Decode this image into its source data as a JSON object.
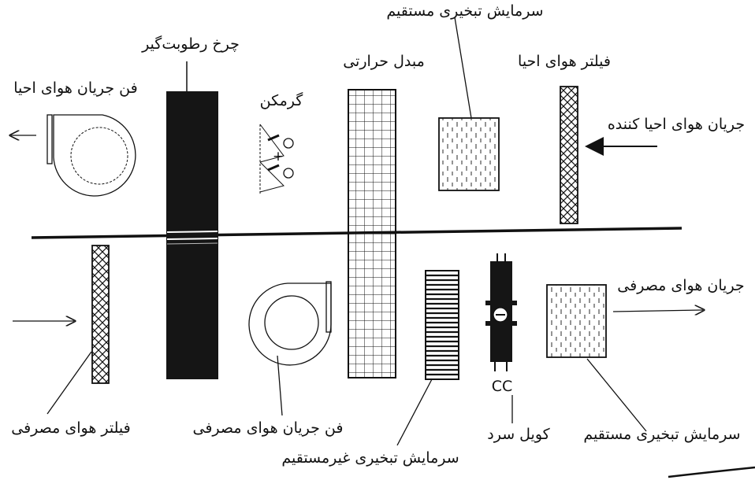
{
  "labels": {
    "regen_fan": "فن جریان هوای احیا",
    "desiccant_wheel": "چرخ رطوبت‌گیر",
    "heater": "گرمکن",
    "heat_exchanger": "مبدل حرارتی",
    "direct_evap_top": "سرمایش تبخیری مستقیم",
    "regen_filter": "فیلتر هوای احیا",
    "regen_air_in": "جریان هوای احیا کننده",
    "supply_air": "جریان هوای مصرفی",
    "supply_filter": "فیلتر هوای مصرفی",
    "supply_fan": "فن جریان هوای مصرفی",
    "indirect_evap": "سرمایش تبخیری غیرمستقیم",
    "cooling_coil": "کویل سرد",
    "direct_evap_bottom": "سرمایش تبخیری مستقیم",
    "cc_label": "CC"
  },
  "colors": {
    "ink": "#111111",
    "wheel": "#151515",
    "background": "#ffffff"
  },
  "icons": [
    "arrow-left-icon",
    "arrow-right-icon",
    "fan-icon",
    "heater-icon",
    "coil-icon"
  ]
}
